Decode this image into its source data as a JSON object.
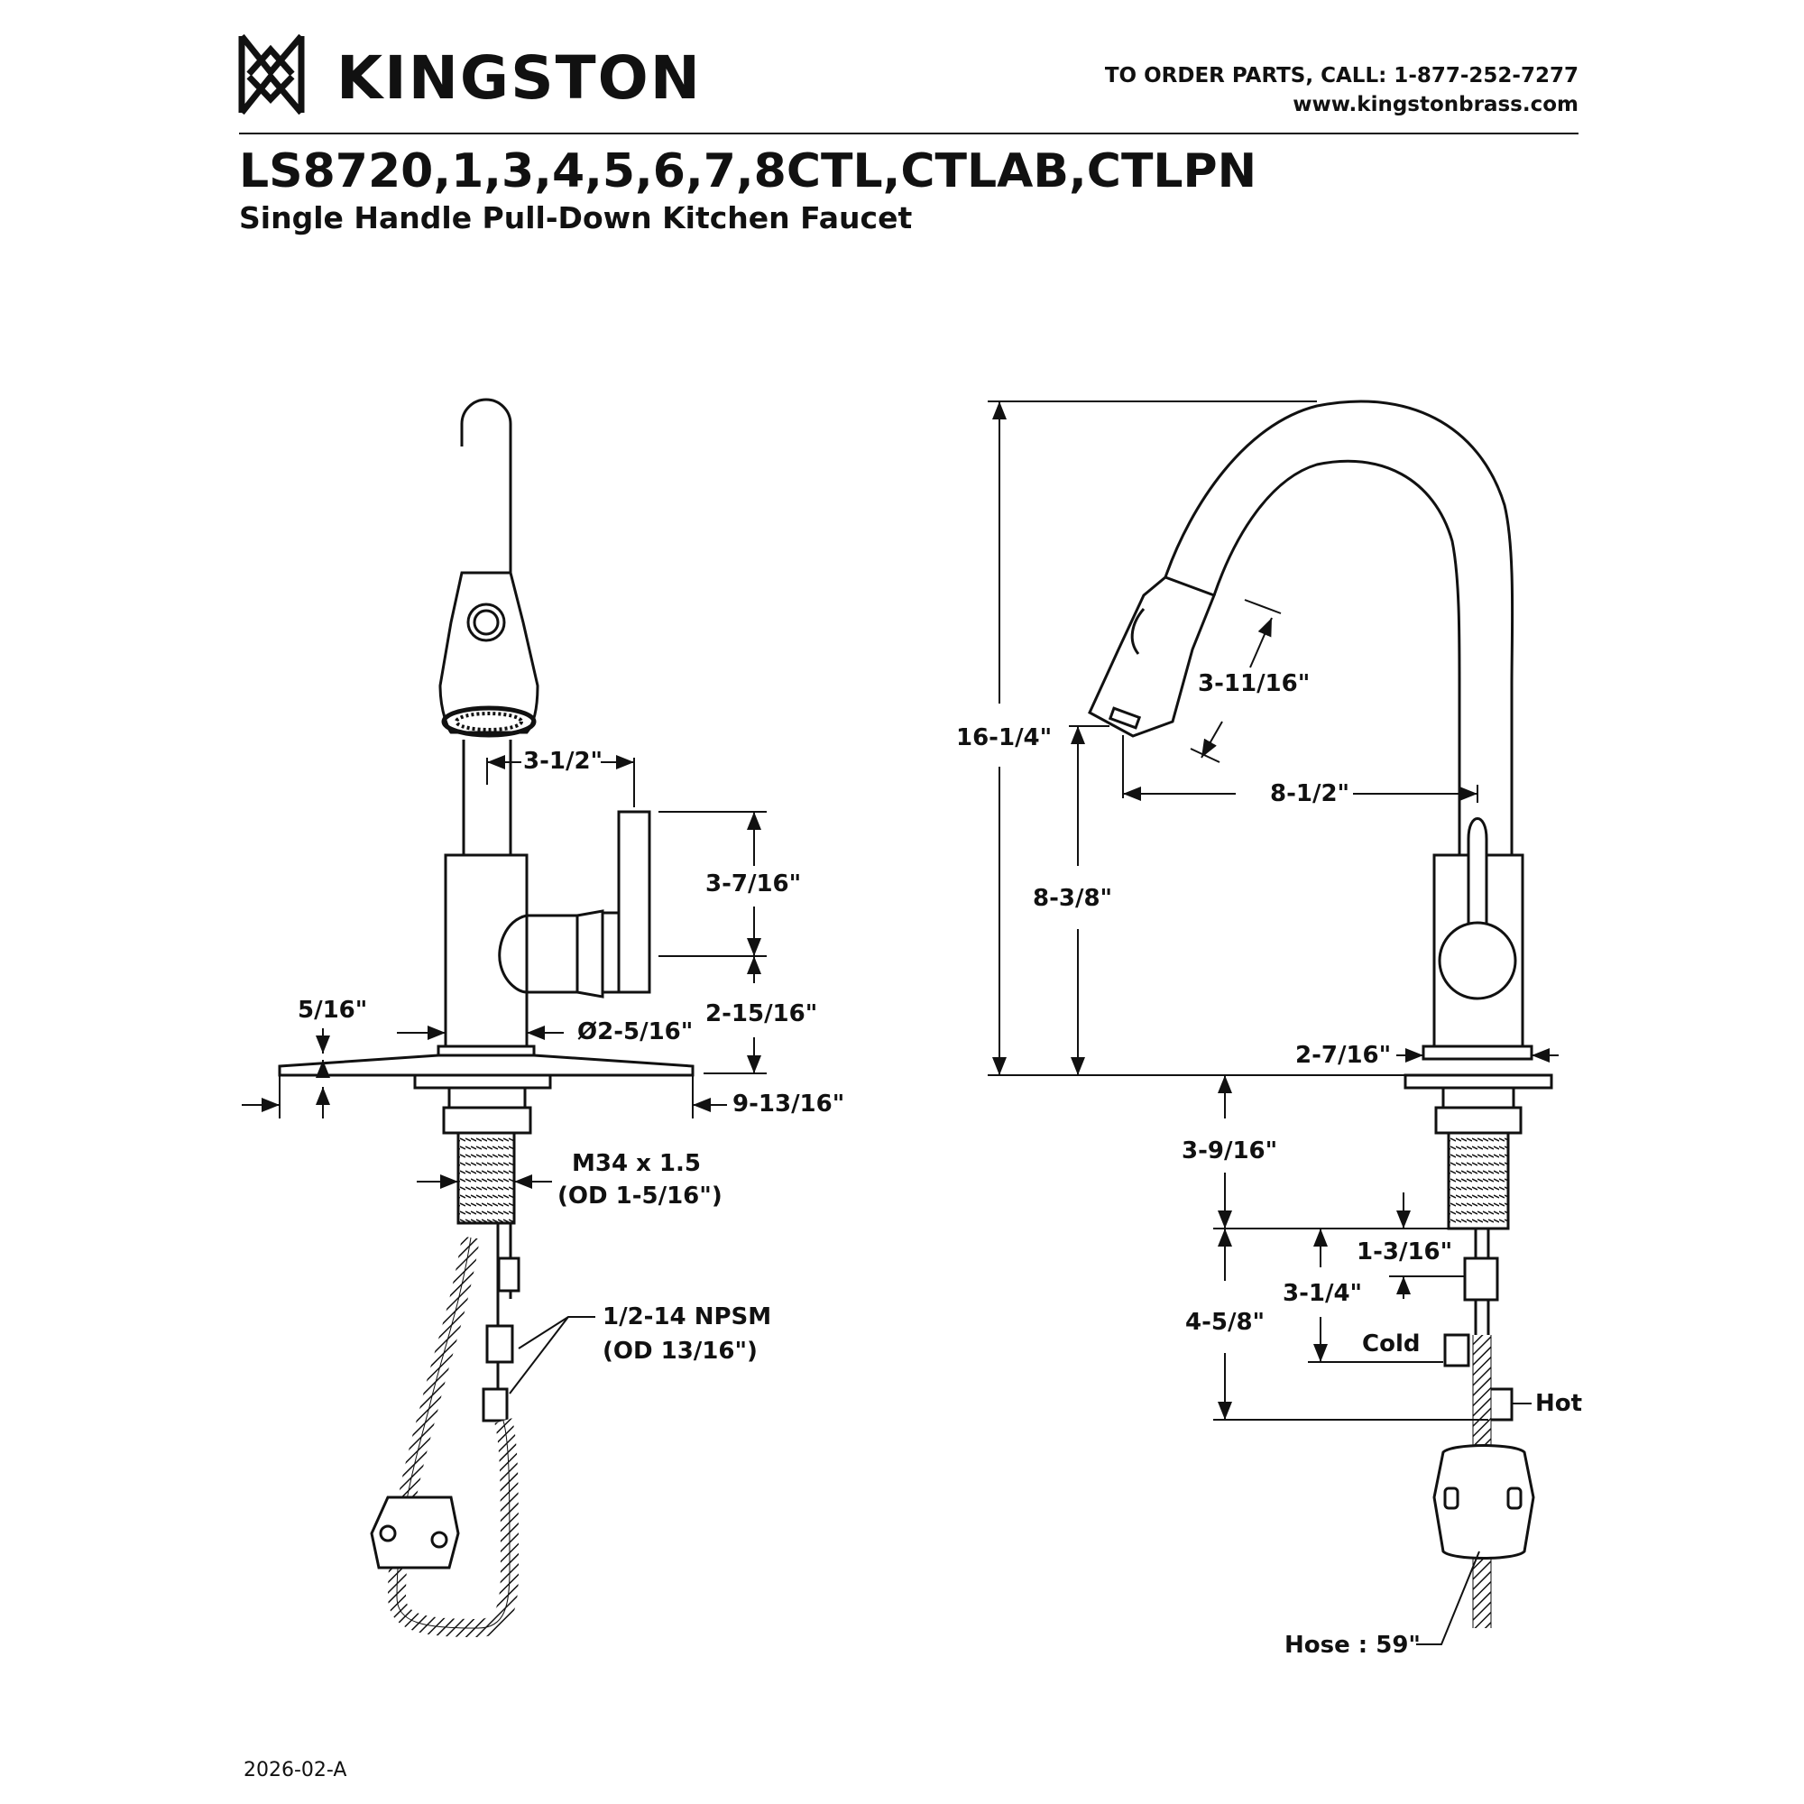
{
  "header": {
    "brand": "KINGSTON",
    "order_line": "TO ORDER PARTS, CALL: 1-877-252-7277",
    "website": "www.kingstonbrass.com"
  },
  "product": {
    "model": "LS8720,1,3,4,5,6,7,8CTL,CTLAB,CTLPN",
    "description": "Single Handle Pull-Down Kitchen Faucet"
  },
  "front_view": {
    "dims": {
      "handle_offset": "3-1/2\"",
      "handle_height": "3-7/16\"",
      "handle_base": "2-15/16\"",
      "deck_thickness": "5/16\"",
      "body_diameter": "Ø2-5/16\"",
      "deck_plate": "9-13/16\"",
      "shank_thread": "M34 x 1.5",
      "shank_od": "(OD 1-5/16\")",
      "supply_thread": "1/2-14 NPSM",
      "supply_od": "(OD 13/16\")"
    }
  },
  "side_view": {
    "dims": {
      "overall_height": "16-1/4\"",
      "spray_head": "3-11/16\"",
      "reach": "8-1/2\"",
      "clearance": "8-3/8\"",
      "base_diameter": "2-7/16\"",
      "shank_length": "3-9/16\"",
      "cold_to_shank": "1-3/16\"",
      "cold_depth": "3-1/4\"",
      "hot_depth": "4-5/8\""
    },
    "labels": {
      "cold": "Cold",
      "hot": "Hot",
      "hose": "Hose : 59\""
    }
  },
  "footer": {
    "doc_number": "2026-02-A"
  }
}
